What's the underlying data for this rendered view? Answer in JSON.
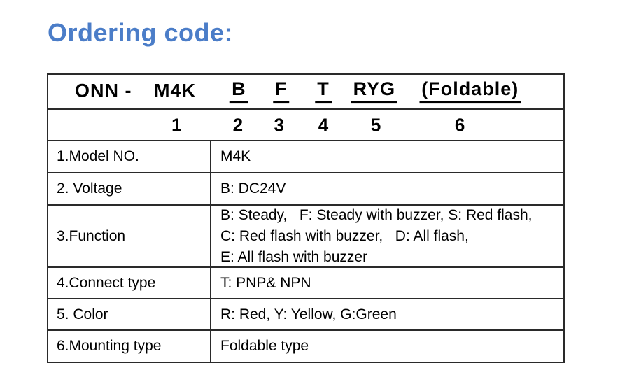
{
  "heading": {
    "text": "Ordering code:",
    "color": "#4b7dc8"
  },
  "code_header": {
    "prefix": "ONN -",
    "items": [
      {
        "code": "M4K",
        "num": "1",
        "underlined": false
      },
      {
        "code": "B",
        "num": "2",
        "underlined": true
      },
      {
        "code": "F",
        "num": "3",
        "underlined": true
      },
      {
        "code": "T",
        "num": "4",
        "underlined": true
      },
      {
        "code": "RYG",
        "num": "5",
        "underlined": true
      },
      {
        "code": "(Foldable)",
        "num": "6",
        "underlined": true
      }
    ]
  },
  "table": {
    "rows": [
      {
        "label": "1.Model NO.",
        "lines": [
          "M4K"
        ]
      },
      {
        "label": "2. Voltage",
        "lines": [
          "B: DC24V"
        ]
      },
      {
        "label": "3.Function",
        "lines": [
          "B: Steady,   F: Steady with buzzer, S: Red flash,",
          "C: Red flash with buzzer,   D: All flash,",
          "E: All flash with buzzer"
        ]
      },
      {
        "label": "4.Connect type",
        "lines": [
          "T: PNP& NPN"
        ]
      },
      {
        "label": "5. Color",
        "lines": [
          "R: Red, Y: Yellow, G:Green"
        ]
      },
      {
        "label": "6.Mounting type",
        "lines": [
          "Foldable type"
        ]
      }
    ]
  }
}
